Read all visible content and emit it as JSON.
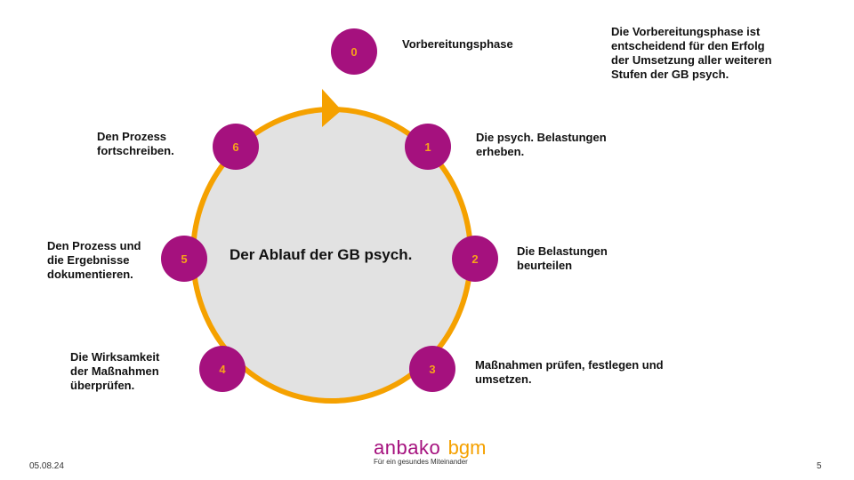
{
  "title": "Der Ablauf der GB psych.",
  "steps": [
    {
      "num": "0",
      "label": "Vorbereitungsphase"
    },
    {
      "num": "1",
      "label": "Die psych. Belastungen erheben."
    },
    {
      "num": "2",
      "label": "Die Belastungen beurteilen"
    },
    {
      "num": "3",
      "label": "Maßnahmen prüfen, festlegen und umsetzen."
    },
    {
      "num": "4",
      "label": "Die Wirksamkeit der Maßnahmen überprüfen."
    },
    {
      "num": "5",
      "label": "Den Prozess und die Ergebnisse dokumentieren."
    },
    {
      "num": "6",
      "label": "Den Prozess fortschreiben."
    }
  ],
  "note": "Die Vorbereitungsphase ist entscheidend für den Erfolg der Umsetzung aller weiteren Stufen der GB psych.",
  "footer": {
    "date": "05.08.24",
    "page": "5",
    "logo_brand": "anbako",
    "logo_bgm": "bgm",
    "logo_tagline": "Für ein gesundes Miteinander"
  },
  "colors": {
    "magenta": "#a5117e",
    "orange": "#f5a100",
    "fill": "#e2e2e2"
  }
}
